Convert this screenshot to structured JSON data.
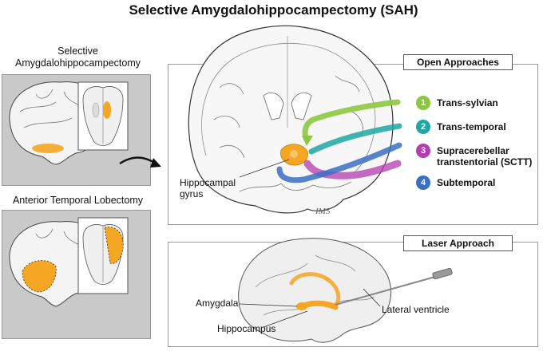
{
  "title": "Selective Amygdalohippocampectomy (SAH)",
  "left_panels": [
    {
      "caption": "Selective Amygdalohippocampectomy"
    },
    {
      "caption": "Anterior Temporal Lobectomy"
    }
  ],
  "open_approaches": {
    "label": "Open Approaches",
    "items": [
      {
        "num": "1",
        "label": "Trans-sylvian",
        "color": "#8dc63f"
      },
      {
        "num": "2",
        "label": "Trans-temporal",
        "color": "#1fa7a3"
      },
      {
        "num": "3",
        "label": "Supracerebellar transtentorial (SCTT)",
        "color": "#b43bb0"
      },
      {
        "num": "4",
        "label": "Subtemporal",
        "color": "#3a6fc4"
      }
    ],
    "hippocampal_label": "Hippocampal gyrus",
    "signature": "IMS"
  },
  "laser_approach": {
    "label": "Laser Approach",
    "amygdala_label": "Amygdala",
    "hippocampus_label": "Hippocampus",
    "ventricle_label": "Lateral ventricle"
  },
  "colors": {
    "highlight": "#f5a623",
    "panel_gray": "#c9c9c9"
  }
}
